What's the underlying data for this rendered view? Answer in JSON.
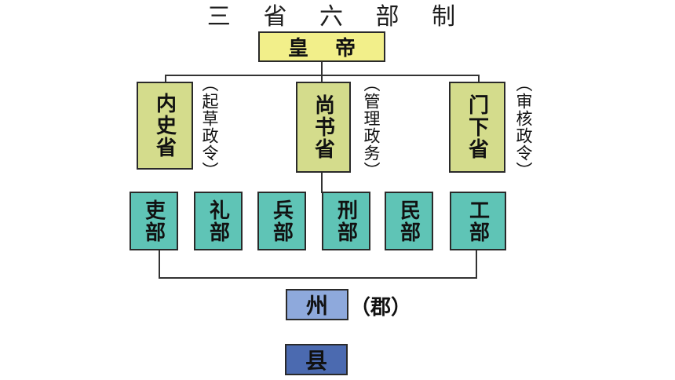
{
  "title": "三 省 六 部 制",
  "emperor": "皇帝",
  "provinces": [
    {
      "name": "内史省",
      "note": "（起草政令）"
    },
    {
      "name": "尚书省",
      "note": "（管理政务）"
    },
    {
      "name": "门下省",
      "note": "（审核政令）"
    }
  ],
  "ministries": [
    "吏部",
    "礼部",
    "兵部",
    "刑部",
    "民部",
    "工部"
  ],
  "prefecture": {
    "name": "州",
    "alias": "（郡）"
  },
  "county": "县",
  "colors": {
    "emperor_box": "#f2ef8a",
    "province_box": "#d4dc8c",
    "ministry_box": "#5fc4b6",
    "prefecture_box": "#8ea9dc",
    "county_box": "#4b6ab0"
  }
}
